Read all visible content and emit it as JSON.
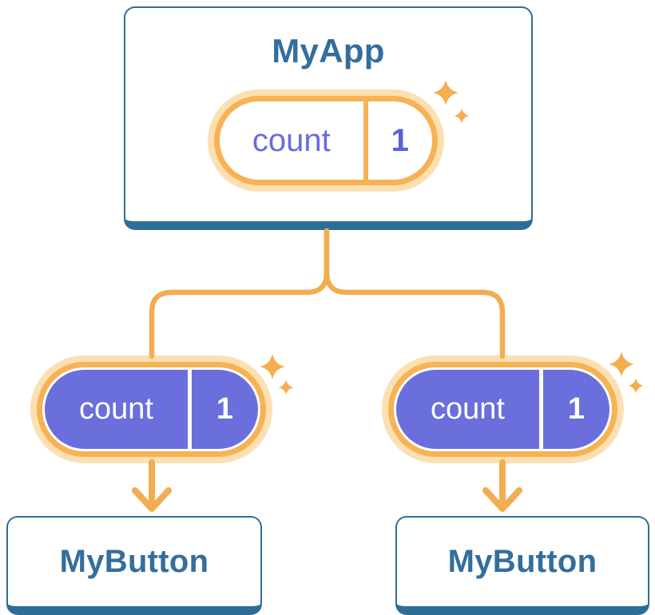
{
  "diagram": {
    "type": "react-state-tree",
    "root": {
      "title": "MyApp",
      "state": {
        "name": "count",
        "value": "1"
      }
    },
    "children": [
      {
        "title": "MyButton",
        "state": {
          "name": "count",
          "value": "1"
        }
      },
      {
        "title": "MyButton",
        "state": {
          "name": "count",
          "value": "1"
        }
      }
    ],
    "colors": {
      "card_border_blue": "#2E6E96",
      "card_title_blue": "#336E9D",
      "pill_ring_orange": "#F7B254",
      "pill_glow_peach": "#FCE0B2",
      "pill_fill_purple": "#6A6FDB",
      "root_state_name_text": "#666CDF",
      "root_state_value_text": "#5A61D8",
      "child_state_text": "#FFFFFF",
      "connector_orange": "#F3AC52",
      "sparkle_orange": "#F5AD4E",
      "background": "#FFFFFF"
    }
  }
}
